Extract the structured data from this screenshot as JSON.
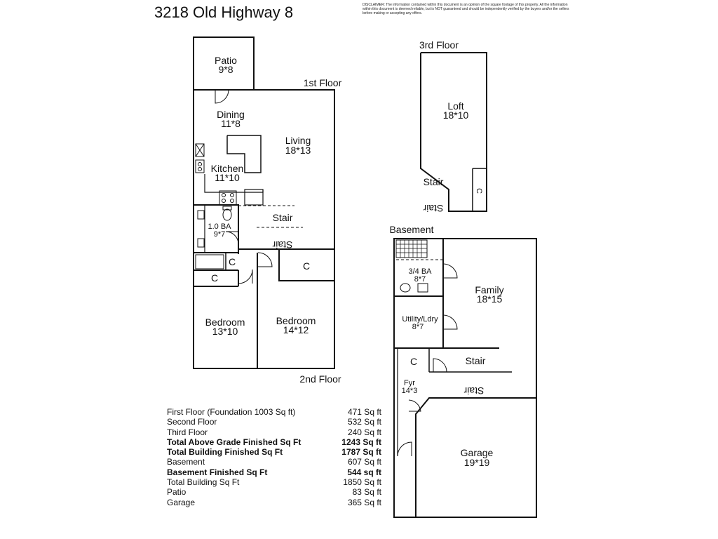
{
  "title": "3218 Old Highway 8",
  "disclaimer": "DISCLAIMER: The information contained within this document is an opinion of the square footage of this property. All the information within this document is deemed reliable, but is NOT guaranteed and should be independently verified by the buyers and/or the sellers before making or accepting any offers.",
  "floor_labels": {
    "first": "1st Floor",
    "second": "2nd Floor",
    "third": "3rd Floor",
    "basement": "Basement"
  },
  "rooms": {
    "patio": {
      "name": "Patio",
      "size": "9*8"
    },
    "dining": {
      "name": "Dining",
      "size": "11*8"
    },
    "living": {
      "name": "Living",
      "size": "18*13"
    },
    "kitchen": {
      "name": "Kitchen",
      "size": "11*10"
    },
    "bath1": {
      "name": "1.0 BA",
      "size": "9*7"
    },
    "stair_main": "Stair",
    "stair_main_flip": "Stair",
    "closet_a": "C",
    "closet_b": "C",
    "closet_c": "C",
    "bedroom1": {
      "name": "Bedroom",
      "size": "13*10"
    },
    "bedroom2": {
      "name": "Bedroom",
      "size": "14*12"
    },
    "loft": {
      "name": "Loft",
      "size": "18*10"
    },
    "stair_loft": "Stair",
    "stair_loft_flip": "Stair",
    "closet_loft": "C",
    "bath_bsmt": {
      "name": "3/4 BA",
      "size": "8*7"
    },
    "family": {
      "name": "Family",
      "size": "18*15"
    },
    "utility": {
      "name": "Utility/Ldry",
      "size": "8*7"
    },
    "closet_bsmt": "C",
    "stair_bsmt": "Stair",
    "stair_bsmt_flip": "Stair",
    "foyer": {
      "name": "Fyr",
      "size": "14*3"
    },
    "garage": {
      "name": "Garage",
      "size": "19*19"
    }
  },
  "area_table": [
    {
      "label": "First Floor (Foundation 1003 Sq ft)",
      "value": "471 Sq ft",
      "bold": false
    },
    {
      "label": "Second Floor",
      "value": "532 Sq ft",
      "bold": false
    },
    {
      "label": "Third Floor",
      "value": "240 Sq ft",
      "bold": false
    },
    {
      "label": "Total Above Grade Finished Sq Ft",
      "value": "1243 Sq ft",
      "bold": true
    },
    {
      "label": "Total Building Finished Sq Ft",
      "value": "1787 Sq ft",
      "bold": true
    },
    {
      "label": "Basement",
      "value": "607 Sq ft",
      "bold": false
    },
    {
      "label": "Basement Finished Sq Ft",
      "value": "544 sq ft",
      "bold": true
    },
    {
      "label": "Total Building Sq Ft",
      "value": "1850 Sq ft",
      "bold": false
    },
    {
      "label": "Patio",
      "value": "83 Sq ft",
      "bold": false
    },
    {
      "label": "Garage",
      "value": "365 Sq ft",
      "bold": false
    }
  ]
}
